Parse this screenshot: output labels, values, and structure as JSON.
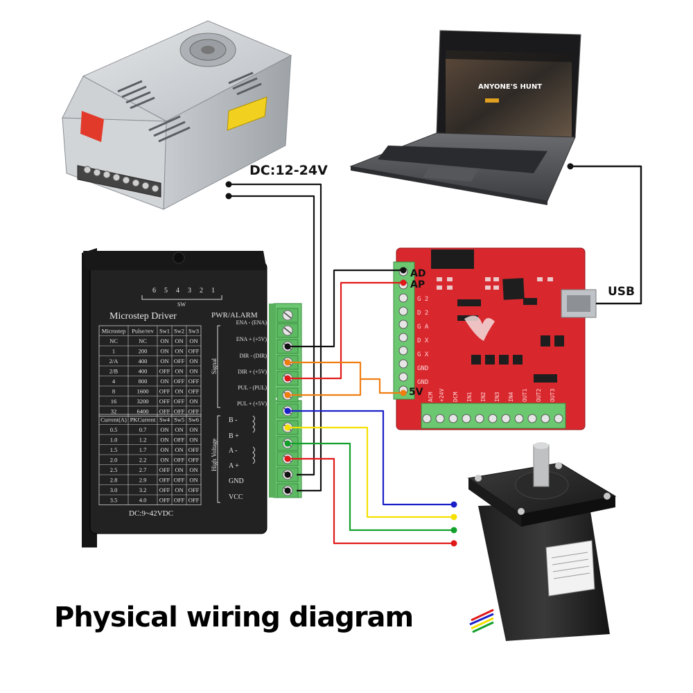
{
  "title": "Physical wiring diagram",
  "labels": {
    "supply_voltage": "DC:12-24V",
    "usb": "USB",
    "board_ad": "AD",
    "board_ap": "AP",
    "board_5v": "5V"
  },
  "driver": {
    "title": "Microstep Driver",
    "sw_numbers": [
      "6",
      "5",
      "4",
      "3",
      "2",
      "1"
    ],
    "sw_caption": "SW",
    "pwr_alarm": "PWR/ALARM",
    "signal_caption": "Signal",
    "high_voltage_caption": "High Voltage",
    "signal_terminals": [
      "ENA - (ENA)",
      "ENA + (+5V)",
      "DIR - (DIR)",
      "DIR + (+5V)",
      "PUL - (PUL)",
      "PUL + (+5V)"
    ],
    "power_terminals": [
      "B -",
      "B +",
      "A -",
      "A +",
      "GND",
      "VCC"
    ],
    "dc_range": "DC:9~42VDC",
    "microstep_table": {
      "headers": [
        "Microstep",
        "Pulse/rev",
        "Sw1",
        "Sw2",
        "Sw3"
      ],
      "rows": [
        [
          "NC",
          "NC",
          "ON",
          "ON",
          "ON"
        ],
        [
          "1",
          "200",
          "ON",
          "ON",
          "OFF"
        ],
        [
          "2/A",
          "400",
          "ON",
          "OFF",
          "ON"
        ],
        [
          "2/B",
          "400",
          "OFF",
          "ON",
          "ON"
        ],
        [
          "4",
          "800",
          "ON",
          "OFF",
          "OFF"
        ],
        [
          "8",
          "1600",
          "OFF",
          "ON",
          "OFF"
        ],
        [
          "16",
          "3200",
          "OFF",
          "OFF",
          "ON"
        ],
        [
          "32",
          "6400",
          "OFF",
          "OFF",
          "OFF"
        ]
      ]
    },
    "current_table": {
      "headers": [
        "Current(A)",
        "PKCurrent",
        "Sw4",
        "Sw5",
        "Sw6"
      ],
      "rows": [
        [
          "0.5",
          "0.7",
          "ON",
          "ON",
          "ON"
        ],
        [
          "1.0",
          "1.2",
          "ON",
          "OFF",
          "ON"
        ],
        [
          "1.5",
          "1.7",
          "ON",
          "ON",
          "OFF"
        ],
        [
          "2.0",
          "2.2",
          "ON",
          "OFF",
          "OFF"
        ],
        [
          "2.5",
          "2.7",
          "OFF",
          "ON",
          "ON"
        ],
        [
          "2.8",
          "2.9",
          "OFF",
          "OFF",
          "ON"
        ],
        [
          "3.0",
          "3.2",
          "OFF",
          "ON",
          "OFF"
        ],
        [
          "3.5",
          "4.0",
          "OFF",
          "OFF",
          "OFF"
        ]
      ]
    }
  },
  "laptop_screen": {
    "headline": "ANYONE'S HUNT"
  },
  "colors": {
    "black": "#111111",
    "red": "#e01818",
    "orange": "#f07d10",
    "blue": "#1a20c8",
    "yellow": "#f5e000",
    "green": "#12a02a",
    "driver_body": "#222222",
    "terminal_green": "#6cc870",
    "pcb_red": "#d8282e"
  }
}
